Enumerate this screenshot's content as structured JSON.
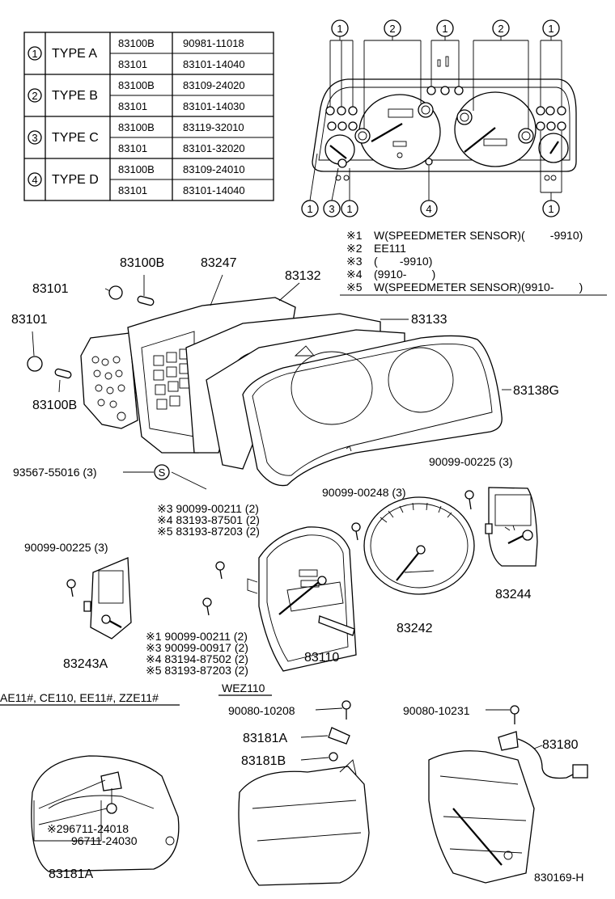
{
  "type_table": {
    "rows": [
      {
        "num": "1",
        "type": "TYPE A",
        "parts": [
          [
            "83100B",
            "90981-11018"
          ],
          [
            "83101",
            "83101-14040"
          ]
        ]
      },
      {
        "num": "2",
        "type": "TYPE B",
        "parts": [
          [
            "83100B",
            "83109-24020"
          ],
          [
            "83101",
            "83101-14030"
          ]
        ]
      },
      {
        "num": "3",
        "type": "TYPE C",
        "parts": [
          [
            "83100B",
            "83119-32010"
          ],
          [
            "83101",
            "83101-32020"
          ]
        ]
      },
      {
        "num": "4",
        "type": "TYPE D",
        "parts": [
          [
            "83100B",
            "83109-24010"
          ],
          [
            "83101",
            "83101-14040"
          ]
        ]
      }
    ]
  },
  "cluster_callouts": {
    "top": [
      "1",
      "2",
      "1",
      "2",
      "1"
    ],
    "bottom": [
      "1",
      "3",
      "1",
      "4",
      "1"
    ]
  },
  "notes": [
    {
      "mark": "※1",
      "text": "W(SPEEDMETER SENSOR)(        -9910)"
    },
    {
      "mark": "※2",
      "text": "EE111"
    },
    {
      "mark": "※3",
      "text": "(       -9910)"
    },
    {
      "mark": "※4",
      "text": "(9910-        )"
    },
    {
      "mark": "※5",
      "text": "W(SPEEDMETER SENSOR)(9910-        )"
    }
  ],
  "parts": {
    "p83100B_top": "83100B",
    "p83247": "83247",
    "p83132": "83132",
    "p83101_left": "83101",
    "p83101_upper": "83101",
    "p83133": "83133",
    "p83100B_left": "83100B",
    "p83138G": "83138G",
    "p93567": "93567-55016 (3)",
    "p90099_00225_right": "90099-00225 (3)",
    "p90099_00248": "90099-00248 (3)",
    "p_ref3_a": "※3  90099-00211 (2)",
    "p_ref4_a": "※4  83193-87501 (2)",
    "p_ref5_a": "※5  83193-87203 (2)",
    "p90099_00225_left": "90099-00225 (3)",
    "p83244": "83244",
    "p83242": "83242",
    "p_ref1_b": "※1  90099-00211 (2)",
    "p_ref3_b": "※3  90099-00917 (2)",
    "p_ref4_b": "※4  83194-87502 (2)",
    "p_ref5_b": "※5  83193-87203 (2)",
    "p83110": "83110",
    "p83243A": "83243A",
    "p_s_circle": "S",
    "model_left": "AE11#, CE110, EE11#, ZZE11#",
    "model_mid": "WEZ110",
    "p90080_10208": "90080-10208",
    "p90080_10231": "90080-10231",
    "p83181A_mid": "83181A",
    "p83181B": "83181B",
    "p83180": "83180",
    "p296711": "※296711-24018",
    "p96711": "96711-24030",
    "p83181A_bottom": "83181A",
    "ref_code": "830169-H"
  }
}
